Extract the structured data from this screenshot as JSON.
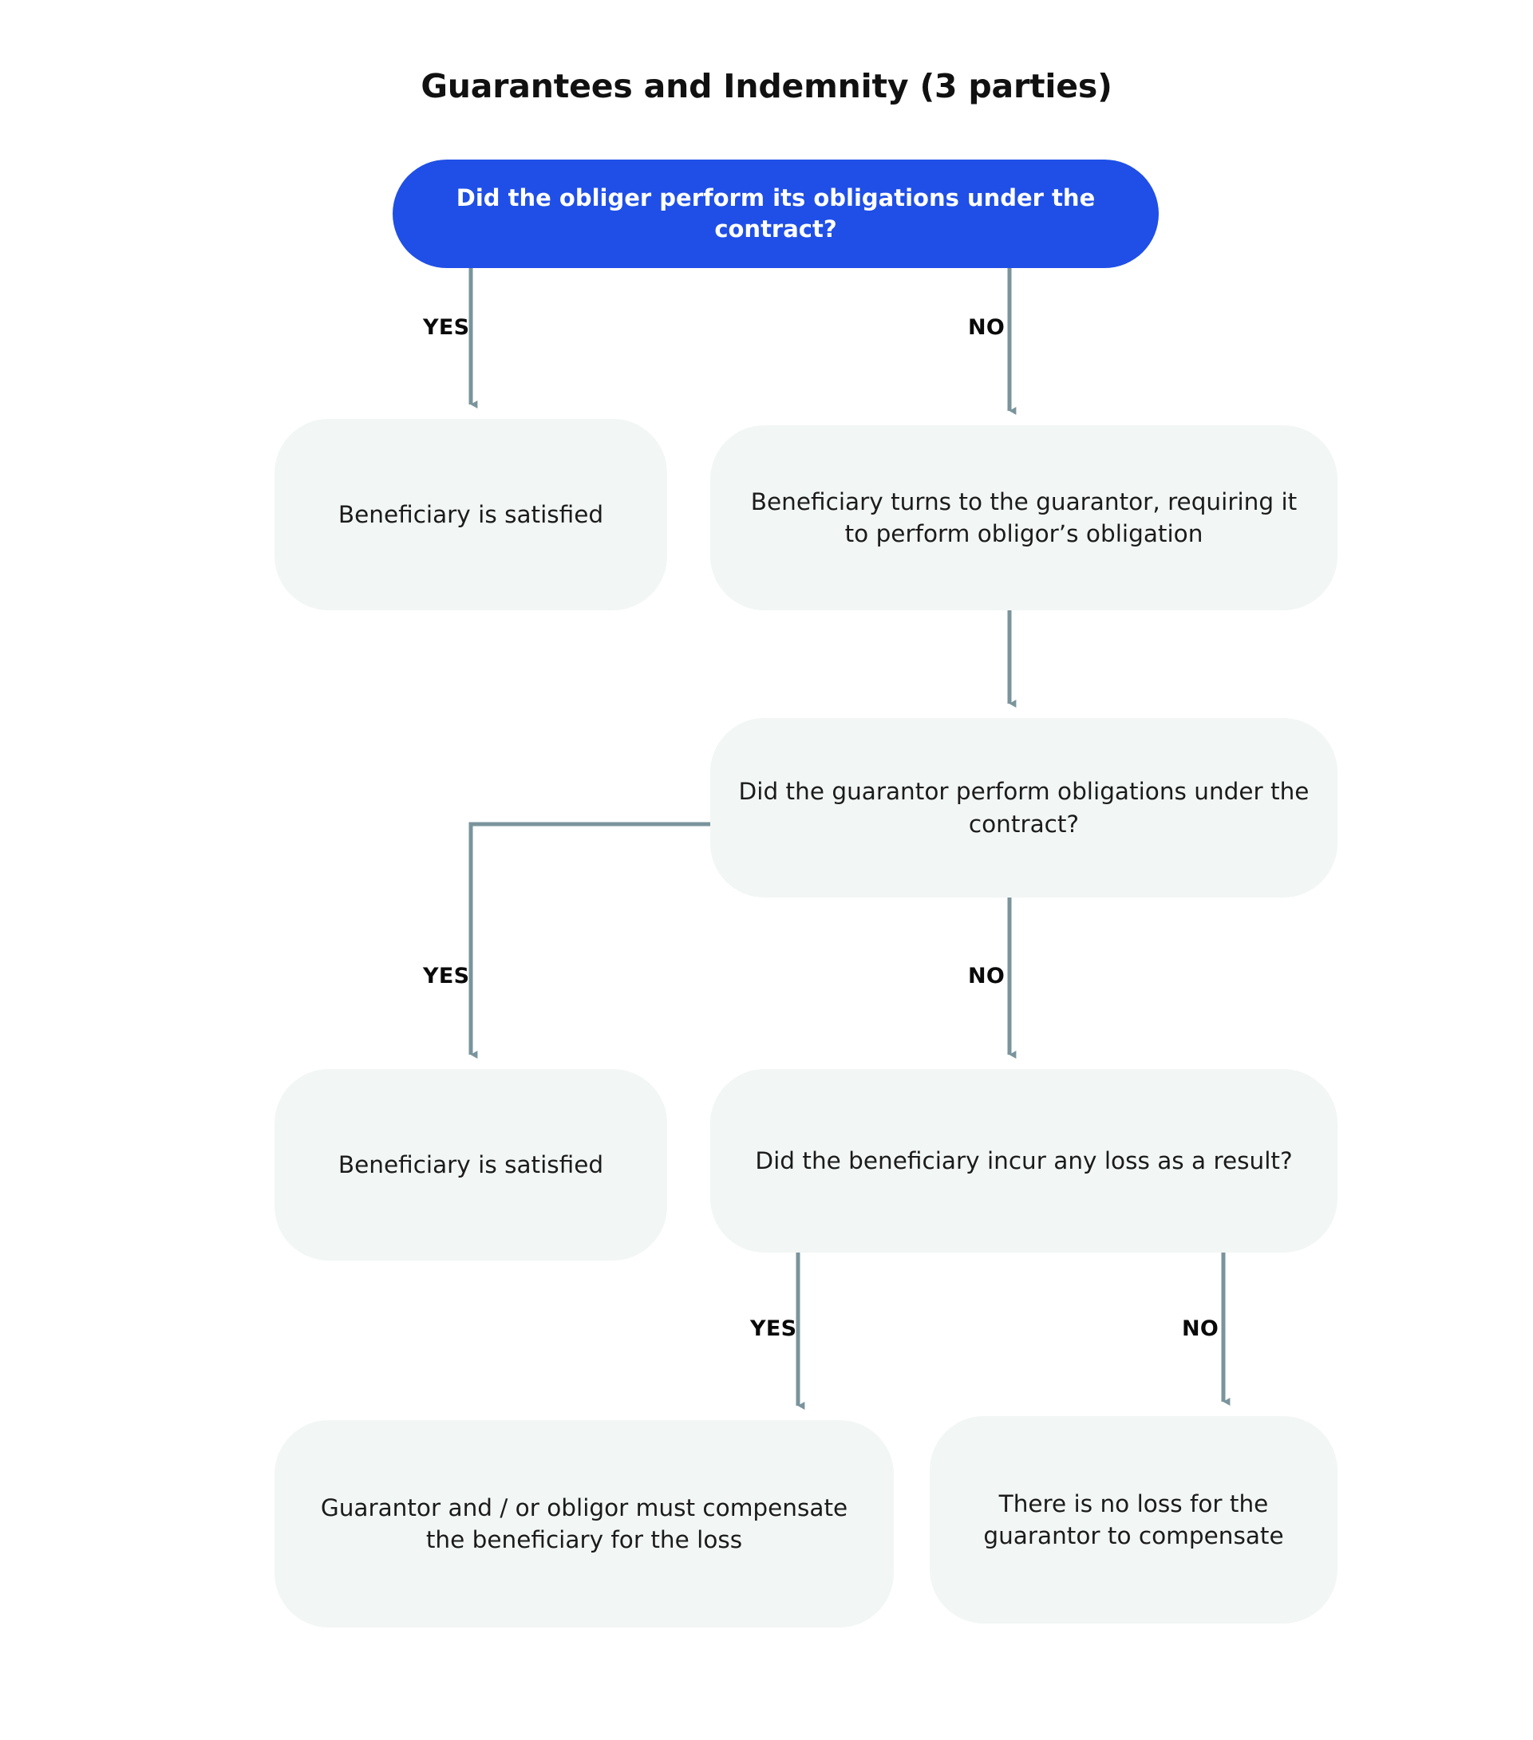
{
  "title": "Guarantees and Indemnity (3 parties)",
  "theme": {
    "background": "#ffffff",
    "root_node_fill": "#1f4fe6",
    "root_node_text": "#ffffff",
    "node_fill": "#f2f6f5",
    "node_text": "#1b1b1b",
    "connector": "#7a949c",
    "label_text": "#0a0a0a"
  },
  "chart_data": {
    "type": "flowchart",
    "title": "Guarantees and Indemnity (3 parties)",
    "nodes": [
      {
        "id": "q1",
        "kind": "decision",
        "text": "Did the obliger perform its obligations under the contract?"
      },
      {
        "id": "r1",
        "kind": "outcome",
        "text": "Beneficiary is satisfied"
      },
      {
        "id": "a1",
        "kind": "action",
        "text": "Beneficiary turns to the guarantor, requiring it to perform obligor’s obligation"
      },
      {
        "id": "q2",
        "kind": "decision",
        "text": "Did the guarantor perform obligations under the contract?"
      },
      {
        "id": "r2",
        "kind": "outcome",
        "text": "Beneficiary is satisfied"
      },
      {
        "id": "q3",
        "kind": "decision",
        "text": "Did the beneficiary incur any loss as a result?"
      },
      {
        "id": "r3",
        "kind": "outcome",
        "text": "Guarantor and / or obligor must compensate the beneficiary for the loss"
      },
      {
        "id": "r4",
        "kind": "outcome",
        "text": "There is no loss for the guarantor to compensate"
      }
    ],
    "edges": [
      {
        "from": "q1",
        "to": "r1",
        "label": "YES"
      },
      {
        "from": "q1",
        "to": "a1",
        "label": "NO"
      },
      {
        "from": "a1",
        "to": "q2",
        "label": ""
      },
      {
        "from": "q2",
        "to": "r2",
        "label": "YES"
      },
      {
        "from": "q2",
        "to": "q3",
        "label": "NO"
      },
      {
        "from": "q3",
        "to": "r3",
        "label": "YES"
      },
      {
        "from": "q3",
        "to": "r4",
        "label": "NO"
      }
    ]
  },
  "nodes": {
    "q1": {
      "text": "Did the obliger perform its obligations under the contract?"
    },
    "r1": {
      "text": "Beneficiary is satisfied"
    },
    "a1": {
      "text": "Beneficiary turns to the guarantor, requiring it to perform obligor’s obligation"
    },
    "q2": {
      "text": "Did the guarantor perform obligations under the contract?"
    },
    "r2": {
      "text": "Beneficiary is satisfied"
    },
    "q3": {
      "text": "Did the beneficiary incur any loss as a result?"
    },
    "r3": {
      "text": "Guarantor and / or obligor must compensate the beneficiary for the loss"
    },
    "r4": {
      "text": "There is no loss for the guarantor to compensate"
    }
  },
  "labels": {
    "yes1": "YES",
    "no1": "NO",
    "yes2": "YES",
    "no2": "NO",
    "yes3": "YES",
    "no3": "NO"
  }
}
